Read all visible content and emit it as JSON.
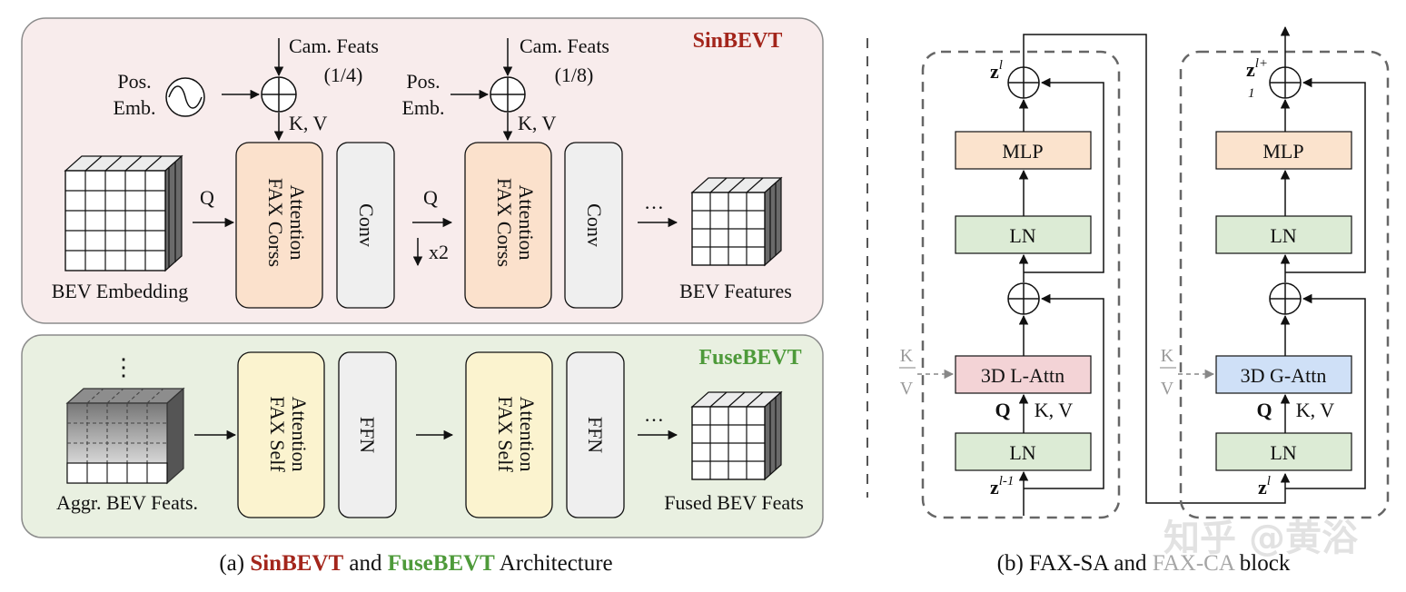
{
  "colors": {
    "sin_panel_bg": "#f8ecec",
    "sin_title": "#a3251b",
    "fuse_panel_bg": "#e9f0e1",
    "fuse_title": "#4e9a3a",
    "fax_cross_box": "#fbe1cc",
    "fax_self_box": "#fbf3cf",
    "conv_box": "#efefef",
    "mlp_box": "#fbe3cd",
    "ln_box": "#dcebd5",
    "l_attn_box": "#f3d3d6",
    "g_attn_box": "#cfe0f7",
    "faded": "#9a9a9a"
  },
  "panel_a": {
    "sin": {
      "title": "SinBEVT",
      "pos_emb_1": [
        "Pos.",
        "Emb."
      ],
      "pos_emb_2": [
        "Pos.",
        "Emb."
      ],
      "cam_feats_1": [
        "Cam. Feats",
        "(1/4)"
      ],
      "cam_feats_2": [
        "Cam. Feats",
        "(1/8)"
      ],
      "kv_1": "K, V",
      "kv_2": "K, V",
      "q_1": "Q",
      "q_2": "Q",
      "downsample": "x2",
      "block_1": [
        "FAX Corss",
        "Attention"
      ],
      "conv_1": "Conv",
      "block_2": [
        "FAX Corss",
        "Attention"
      ],
      "conv_2": "Conv",
      "ellipsis": "…",
      "input_label": "BEV Embedding",
      "output_label": "BEV Features"
    },
    "fuse": {
      "title": "FuseBEVT",
      "stack_dots": "⋮",
      "block_1": [
        "FAX Self",
        "Attention"
      ],
      "ffn_1": "FFN",
      "block_2": [
        "FAX Self",
        "Attention"
      ],
      "ffn_2": "FFN",
      "ellipsis": "…",
      "input_label": "Aggr. BEV Feats.",
      "output_label": "Fused BEV Feats"
    },
    "caption": {
      "prefix": "(a) ",
      "sin": "SinBEVT",
      "mid": " and ",
      "fuse": "FuseBEVT",
      "suffix": " Architecture"
    }
  },
  "panel_b": {
    "left": {
      "z_top": "z",
      "z_top_sup": "l",
      "mlp": "MLP",
      "ln_upper": "LN",
      "attn": "3D L-Attn",
      "ln_lower": "LN",
      "k_side": "K",
      "v_side": "V",
      "q": "Q",
      "kv": "K, V",
      "z_bottom": "z",
      "z_bottom_sup": "l-1"
    },
    "right": {
      "z_top": "z",
      "z_top_sup": "l+",
      "z_top_sub": "1",
      "mlp": "MLP",
      "ln_upper": "LN",
      "attn": "3D G-Attn",
      "ln_lower": "LN",
      "k_side": "K",
      "v_side": "V",
      "q": "Q",
      "kv": "K, V",
      "z_bottom": "z",
      "z_bottom_sup": "l"
    },
    "caption": {
      "prefix": "(b) FAX-SA and ",
      "faded": "FAX-CA",
      "suffix": " block"
    },
    "watermark": "知乎 @黄浴"
  }
}
